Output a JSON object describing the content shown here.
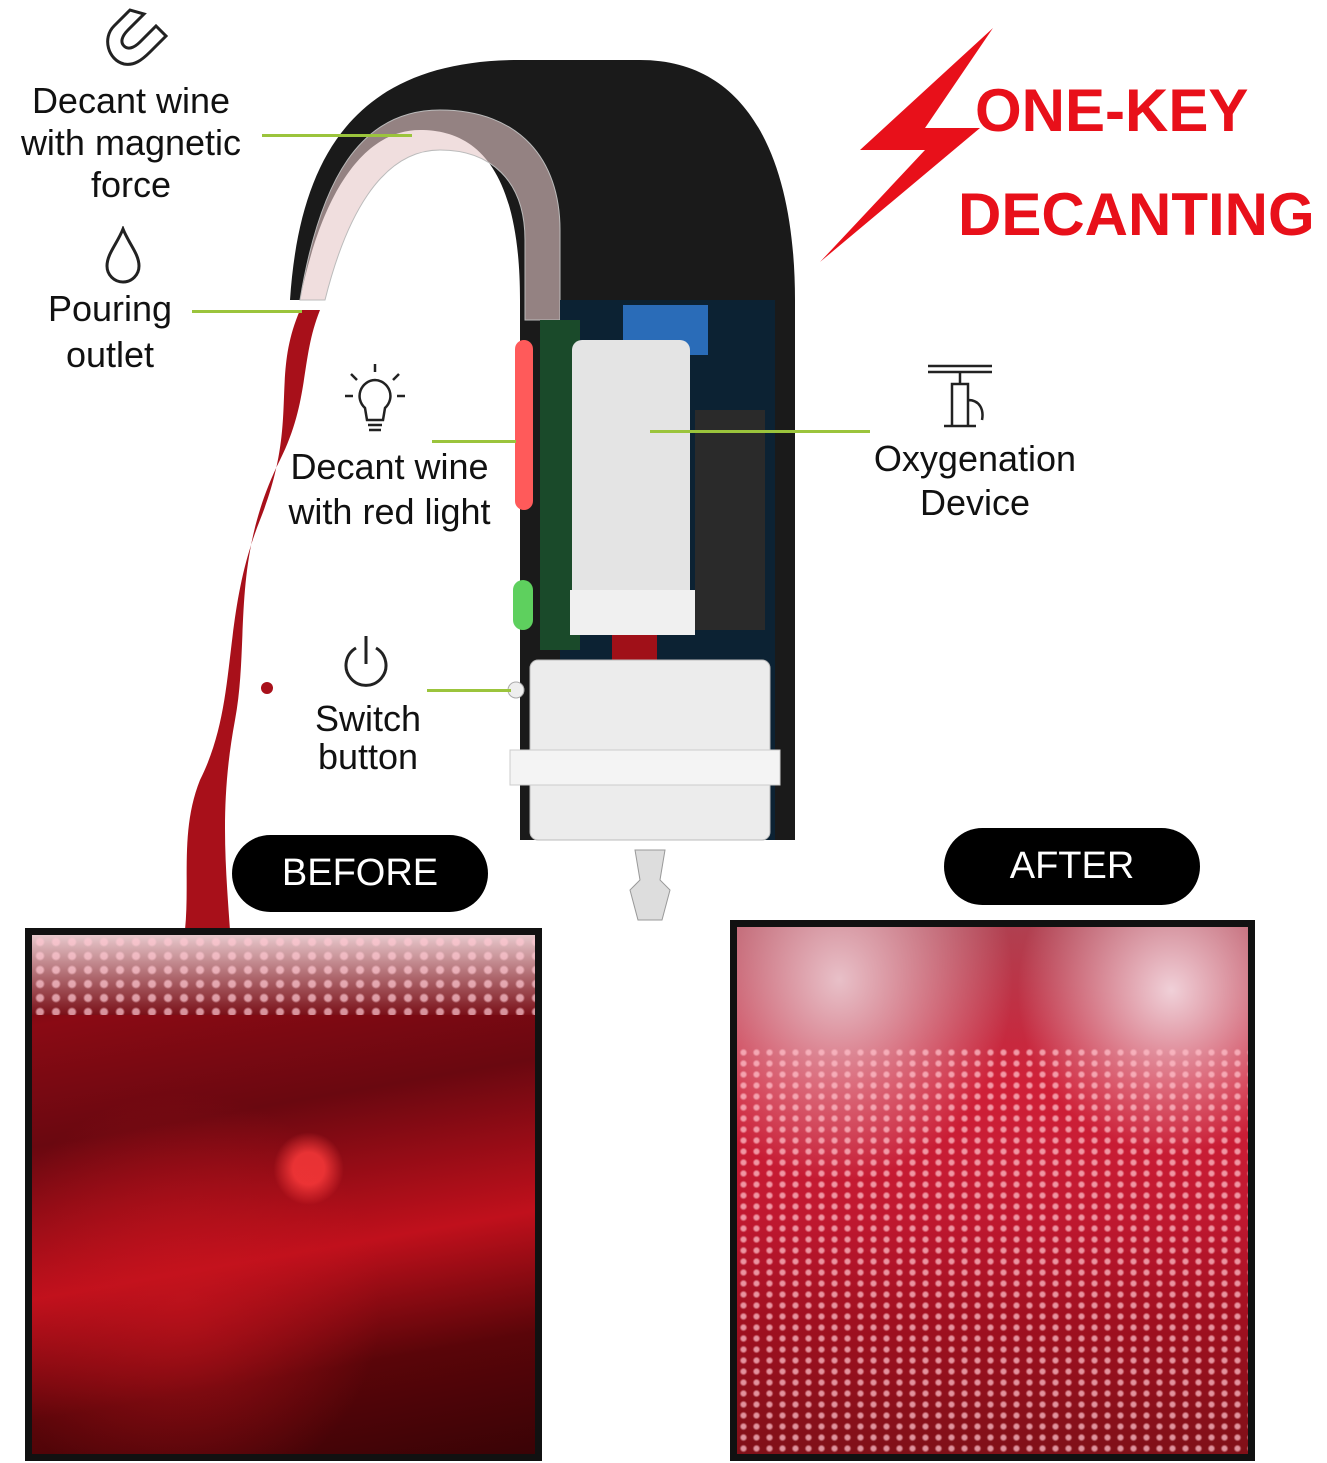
{
  "headline": {
    "line1": "ONE-KEY",
    "line2": "DECANTING",
    "color": "#e8101a"
  },
  "features": [
    {
      "icon": "magnet-icon",
      "lines": [
        "Decant wine",
        "with magnetic",
        "force"
      ]
    },
    {
      "icon": "droplet-icon",
      "lines": [
        "Pouring",
        "outlet"
      ]
    },
    {
      "icon": "light-bulb-icon",
      "lines": [
        "Decant wine",
        "with red light"
      ]
    },
    {
      "icon": "power-icon",
      "lines": [
        "Switch",
        "button"
      ]
    },
    {
      "icon": "air-pump-icon",
      "lines": [
        "Oxygenation",
        "Device"
      ]
    }
  ],
  "comparison": {
    "before_label": "BEFORE",
    "after_label": "AFTER"
  },
  "colors": {
    "leader_line": "#9bc43c",
    "pill": "#000000"
  }
}
